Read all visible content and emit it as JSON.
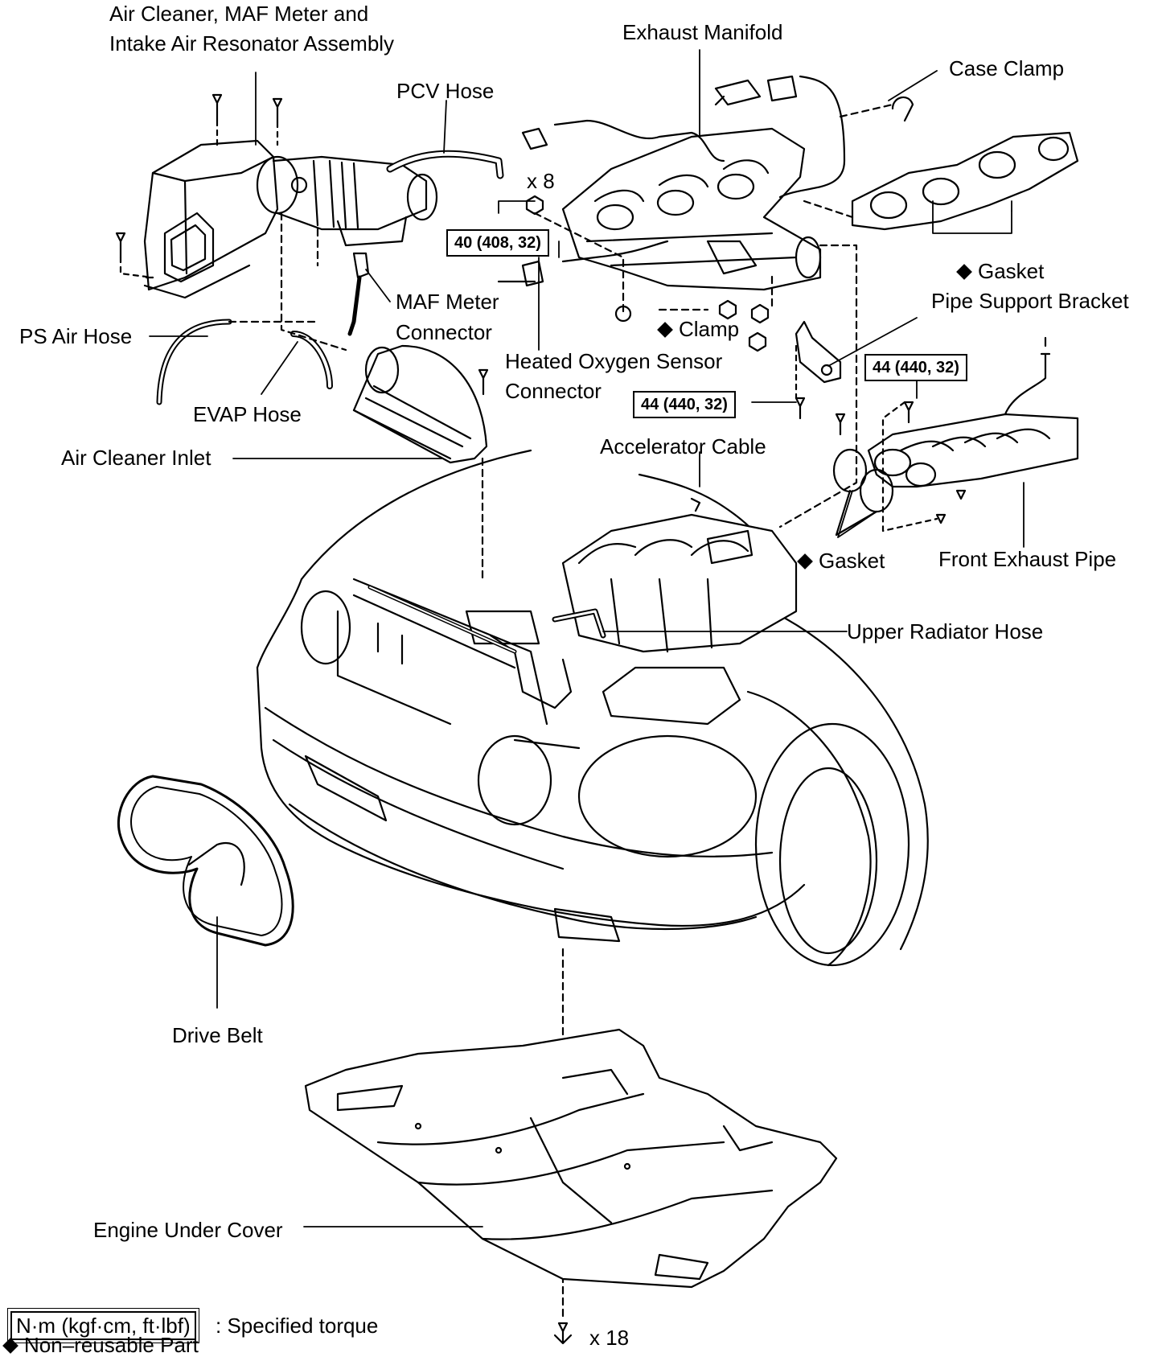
{
  "labels": {
    "air_cleaner_line1": "Air Cleaner, MAF Meter and",
    "air_cleaner_line2": "Intake Air Resonator Assembly",
    "exhaust_manifold": "Exhaust Manifold",
    "case_clamp": "Case Clamp",
    "pcv_hose": "PCV Hose",
    "x8": "x 8",
    "gasket_manifold": "Gasket",
    "pipe_support_bracket": "Pipe Support Bracket",
    "maf_meter_line1": "MAF Meter",
    "maf_meter_line2": "Connector",
    "clamp": "Clamp",
    "ps_air_hose": "PS Air Hose",
    "heated_o2_line1": "Heated Oxygen Sensor",
    "heated_o2_line2": "Connector",
    "evap_hose": "EVAP Hose",
    "air_cleaner_inlet": "Air Cleaner Inlet",
    "accelerator_cable": "Accelerator Cable",
    "gasket_pipe": "Gasket",
    "front_exhaust_pipe": "Front Exhaust Pipe",
    "upper_radiator_hose": "Upper Radiator Hose",
    "drive_belt": "Drive Belt",
    "engine_under_cover": "Engine Under Cover",
    "x18": "x 18"
  },
  "torques": {
    "manifold_nuts": "40 (408, 32)",
    "bracket_bolt": "44 (440, 32)",
    "pipe_bolts": "44 (440, 32)"
  },
  "legend": {
    "torque_unit": "N·m (kgf·cm, ft·lbf)",
    "torque_desc": ": Specified torque",
    "non_reusable": "Non–reusable Part"
  },
  "icons": {
    "non_reusable_marker": "diamond-icon",
    "bolt": "bolt-icon"
  }
}
